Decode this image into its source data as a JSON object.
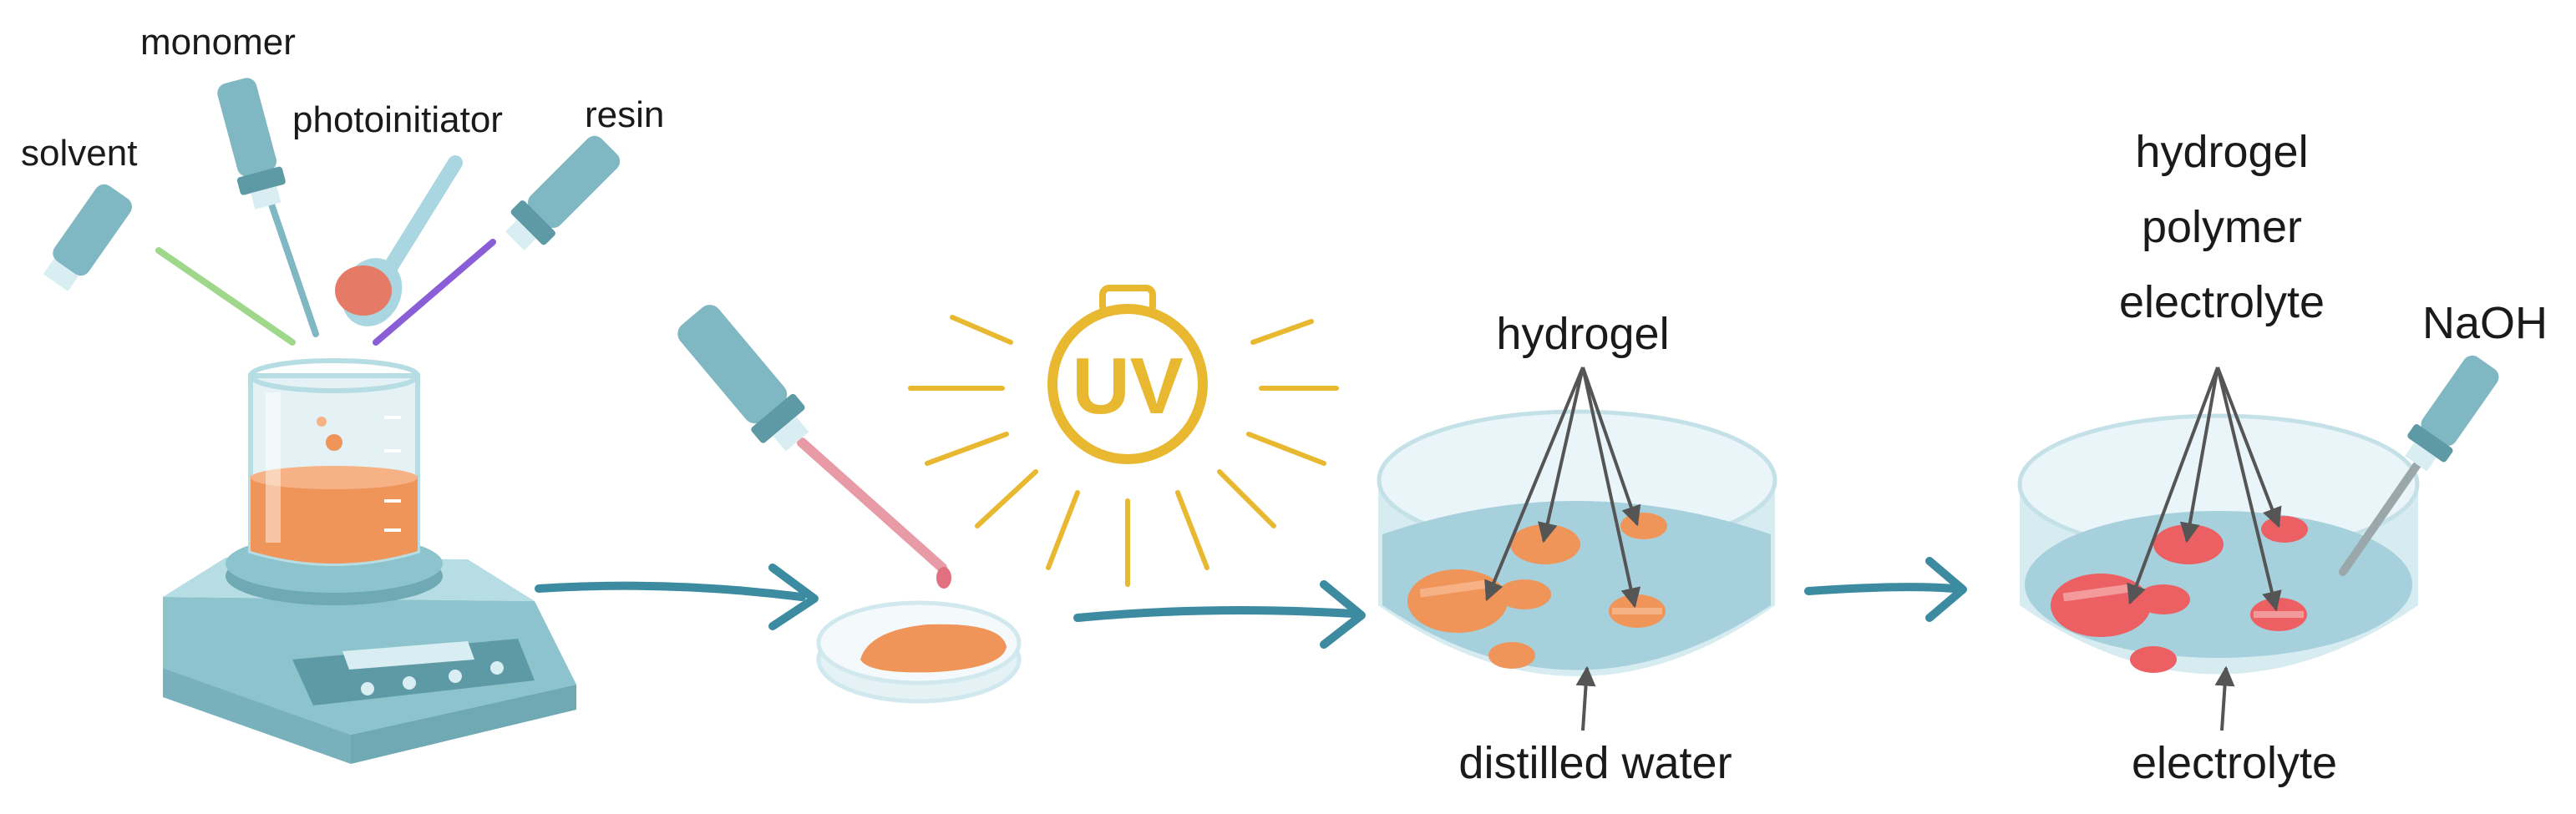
{
  "labels": {
    "solvent": "solvent",
    "monomer": "monomer",
    "photoinitiator": "photoinitiator",
    "resin": "resin",
    "uv": "UV",
    "hydrogel": "hydrogel",
    "distilled_water": "distilled water",
    "hgpe_line1": "hydrogel",
    "hgpe_line2": "polymer",
    "hgpe_line3": "electrolyte",
    "naoh": "NaOH",
    "electrolyte": "electrolyte"
  },
  "colors": {
    "teal": "#7fb8c3",
    "teal_dark": "#5e9aa6",
    "orange": "#f0955a",
    "red": "#ec5f63",
    "uv_yellow": "#e8b830",
    "water": "#a6d1dc",
    "arrow": "#3d8ba0"
  },
  "icons": {
    "dropper": "pipette-icon",
    "spoon": "spoon-icon",
    "beaker": "beaker-icon",
    "stirrer": "magnetic-stirrer-icon",
    "sun": "uv-lamp-icon",
    "dish": "petri-dish-icon"
  }
}
